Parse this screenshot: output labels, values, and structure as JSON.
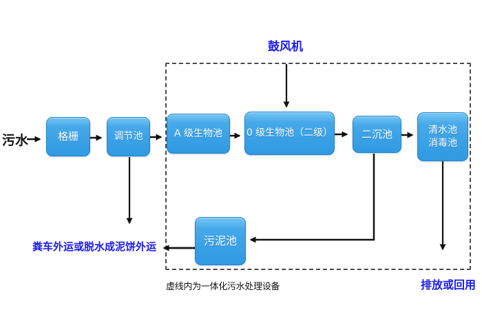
{
  "diagram": {
    "source_label": "污水",
    "blower_label": "鼓风机",
    "sludge_out_label": "粪车外运或脱水成泥饼外运",
    "discharge_label": "排放或回用",
    "boundary_note": "虚线内为一体化污水处理设备",
    "nodes": [
      {
        "id": "grid-screen",
        "label": "格栅"
      },
      {
        "id": "regulating-tank",
        "label": "调节池"
      },
      {
        "id": "a-level-bio-pool",
        "label": "A 级生物池"
      },
      {
        "id": "o-level-bio-pool",
        "label": "0 级生物池（二级）"
      },
      {
        "id": "secondary-sedimentation-tank",
        "label": "二沉池"
      },
      {
        "id": "clean-water-disinfection-tank",
        "label": "清水池\n消毒池"
      },
      {
        "id": "sludge-pool",
        "label": "污泥池"
      }
    ],
    "colors": {
      "node_fill": "#2f99e2",
      "node_fill_light": "#74c5f3",
      "node_border": "#1f83c6",
      "annotation_blue": "#1a1aee",
      "line_black": "#111111"
    }
  }
}
